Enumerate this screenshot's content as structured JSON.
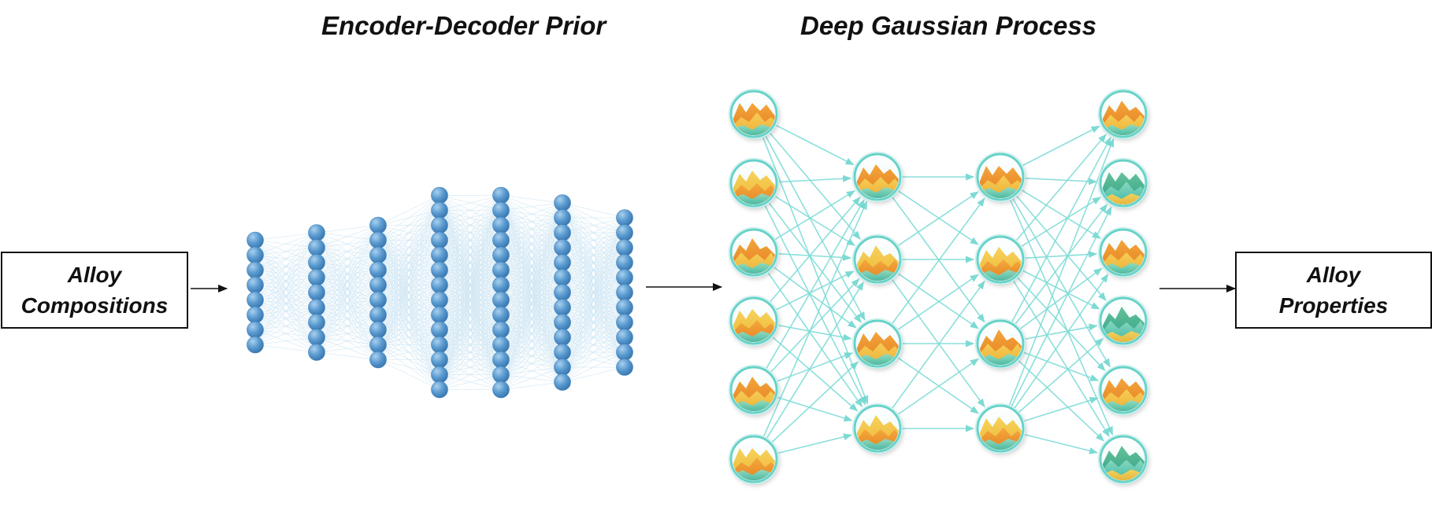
{
  "titles": {
    "encoder_decoder": "Encoder-Decoder Prior",
    "deep_gp": "Deep Gaussian Process"
  },
  "input_box": {
    "line1": "Alloy",
    "line2": "Compositions"
  },
  "output_box": {
    "line1": "Alloy",
    "line2": "Properties"
  },
  "encoder_decoder": {
    "layer_sizes": [
      8,
      9,
      10,
      14,
      14,
      13,
      11
    ],
    "node_color": "#5b9bd0",
    "edge_color": "#cfe6f3"
  },
  "deep_gp": {
    "layer_sizes": [
      6,
      4,
      4,
      6
    ],
    "edge_color": "#7fdcd8",
    "node_ring_color": "#67d2c9"
  }
}
